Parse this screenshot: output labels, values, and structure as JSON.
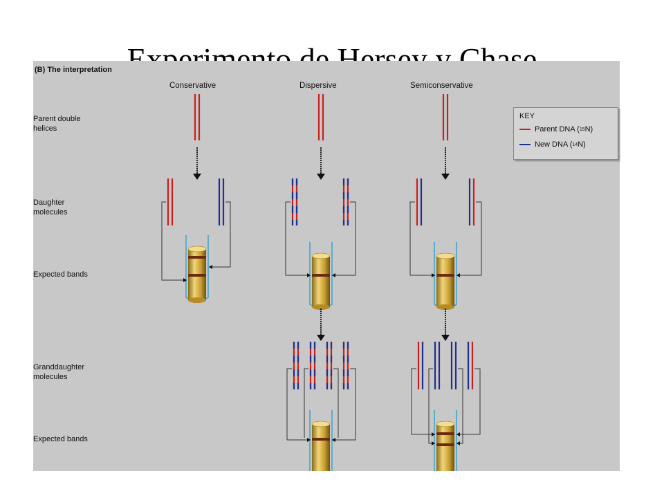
{
  "title": "Experimento de Hersey y Chase",
  "figure": {
    "panel_label": "(B) The interpretation",
    "columns": [
      "Conservative",
      "Dispersive",
      "Semiconservative"
    ],
    "rows": {
      "parent": [
        "Parent double",
        "helices"
      ],
      "daughter": [
        "Daughter",
        "molecules"
      ],
      "bands1": "Expected bands",
      "grand": [
        "Granddaughter",
        "molecules"
      ],
      "bands2": "Expected bands"
    },
    "key": {
      "title": "KEY",
      "parent": "Parent DNA (",
      "parent_sup": "15",
      "parent_end": "N)",
      "new": "New DNA (",
      "new_sup": "14",
      "new_end": "N)"
    }
  },
  "colors": {
    "parent_dna": "#c8201e",
    "new_dna": "#1f2f8c",
    "tube": "#c9a032",
    "band": "#6b2a0e",
    "background": "#c8c8c8"
  }
}
